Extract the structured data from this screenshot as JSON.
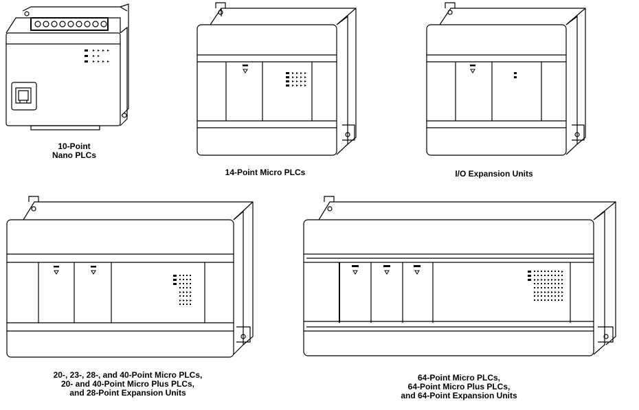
{
  "captions": {
    "nano": [
      "10-Point",
      "Nano PLCs"
    ],
    "micro14": [
      "14-Point Micro PLCs"
    ],
    "io_expansion": [
      "I/O Expansion Units"
    ],
    "micro_multi": [
      "20-, 23-, 28-, and 40-Point Micro PLCs,",
      "20- and 40-Point Micro Plus PLCs,",
      "and 28-Point Expansion Units"
    ],
    "micro64": [
      "64-Point Micro PLCs,",
      "64-Point Micro Plus PLCs,",
      "and 64-Point Expansion Units"
    ]
  },
  "colors": {
    "line": "#000000",
    "background": "#ffffff"
  }
}
